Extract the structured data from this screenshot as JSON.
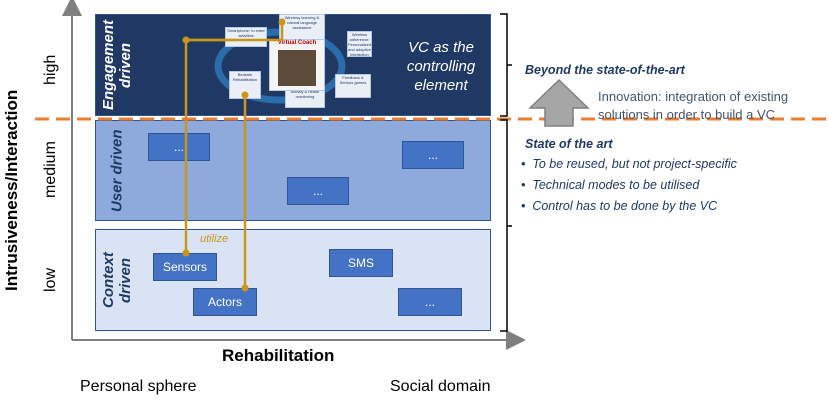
{
  "axes": {
    "y_title": "Intrusiveness/Interaction",
    "x_title": "Rehabilitation",
    "levels": {
      "high": "high",
      "medium": "medium",
      "low": "low"
    },
    "x_left": "Personal sphere",
    "x_right": "Social domain"
  },
  "bands": {
    "engagement": {
      "label": "Engagement driven"
    },
    "user": {
      "label": "User driven"
    },
    "context": {
      "label": "Context driven"
    }
  },
  "engagement_panel": {
    "vc_text": "VC as the controlling element",
    "center_title": "Virtual Coach",
    "tiles": [
      "Wireless learning & natural language assistance",
      "Smartphone: to enter activities",
      "Wireless adherence: Personalized and adaptive interaction",
      "Bedside Rehabilitation",
      "Activity & health monitoring",
      "Feedback & Serious games"
    ]
  },
  "user_boxes": [
    "...",
    "...",
    "..."
  ],
  "context_boxes": {
    "sensors": "Sensors",
    "actors": "Actors",
    "sms": "SMS",
    "other": "..."
  },
  "utilize_label": "utilize",
  "right_panel": {
    "beyond_title": "Beyond the state-of-the-art",
    "innovation_line1": "Innovation: integration of existing",
    "innovation_line2": "solutions in order to build a VC",
    "state_title": "State of the art",
    "bullets": [
      "To be reused, but not project-specific",
      "Technical modes to be utilised",
      "Control has to be done by the VC"
    ]
  },
  "colors": {
    "dark_band": "#1f3864",
    "medium_band": "#8ea9db",
    "light_band": "#dae3f3",
    "box": "#4472c4",
    "connector": "#c9961a",
    "dashed_line": "#ed7d31",
    "arrow": "#a6a6a6"
  }
}
